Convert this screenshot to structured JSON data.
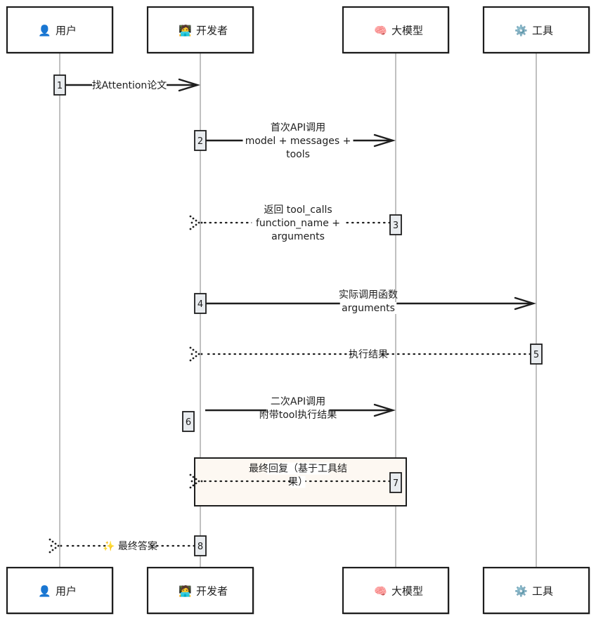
{
  "actors": [
    {
      "id": "user",
      "label": "用户",
      "icon": "person-silhouette-icon",
      "icon_char": "👤",
      "icon_color": "#4b2a7b"
    },
    {
      "id": "developer",
      "label": "开发者",
      "icon": "technologist-icon",
      "icon_char": "🧑‍💻",
      "icon_color": "#f2b93b"
    },
    {
      "id": "llm",
      "label": "大模型",
      "icon": "brain-icon",
      "icon_char": "🧠",
      "icon_color": "#f06aa8"
    },
    {
      "id": "tool",
      "label": "工具",
      "icon": "gear-icon",
      "icon_char": "⚙️",
      "icon_color": "#9b8bb4"
    }
  ],
  "messages": [
    {
      "num": "1",
      "from": "user",
      "to": "developer",
      "style": "solid",
      "lines": [
        "找Attention论文"
      ]
    },
    {
      "num": "2",
      "from": "developer",
      "to": "llm",
      "style": "solid",
      "lines": [
        "首次API调用",
        "model + messages +",
        "tools"
      ]
    },
    {
      "num": "3",
      "from": "llm",
      "to": "developer",
      "style": "dotted",
      "lines": [
        "返回 tool_calls",
        "function_name +",
        "arguments"
      ]
    },
    {
      "num": "4",
      "from": "developer",
      "to": "tool",
      "style": "solid",
      "lines": [
        "实际调用函数",
        "arguments"
      ]
    },
    {
      "num": "5",
      "from": "tool",
      "to": "developer",
      "style": "dotted",
      "lines": [
        "执行结果"
      ]
    },
    {
      "num": "6",
      "from": "developer",
      "to": "llm",
      "style": "solid",
      "lines": [
        "二次API调用",
        "附带tool执行结果"
      ]
    },
    {
      "num": "7",
      "from": "llm",
      "to": "developer",
      "style": "dotted",
      "lines": [
        "最终回复（基于工具结",
        "果）"
      ],
      "highlighted": true
    },
    {
      "num": "8",
      "from": "developer",
      "to": "user",
      "style": "dotted",
      "lines": [
        "✨ 最终答案"
      ],
      "icon": "sparkles-icon"
    }
  ],
  "colors": {
    "stroke": "#1e1e1e",
    "lifeline": "#b0b0b0",
    "activation_fill": "#e9ecef",
    "note_fill": "#fdf8f2"
  }
}
